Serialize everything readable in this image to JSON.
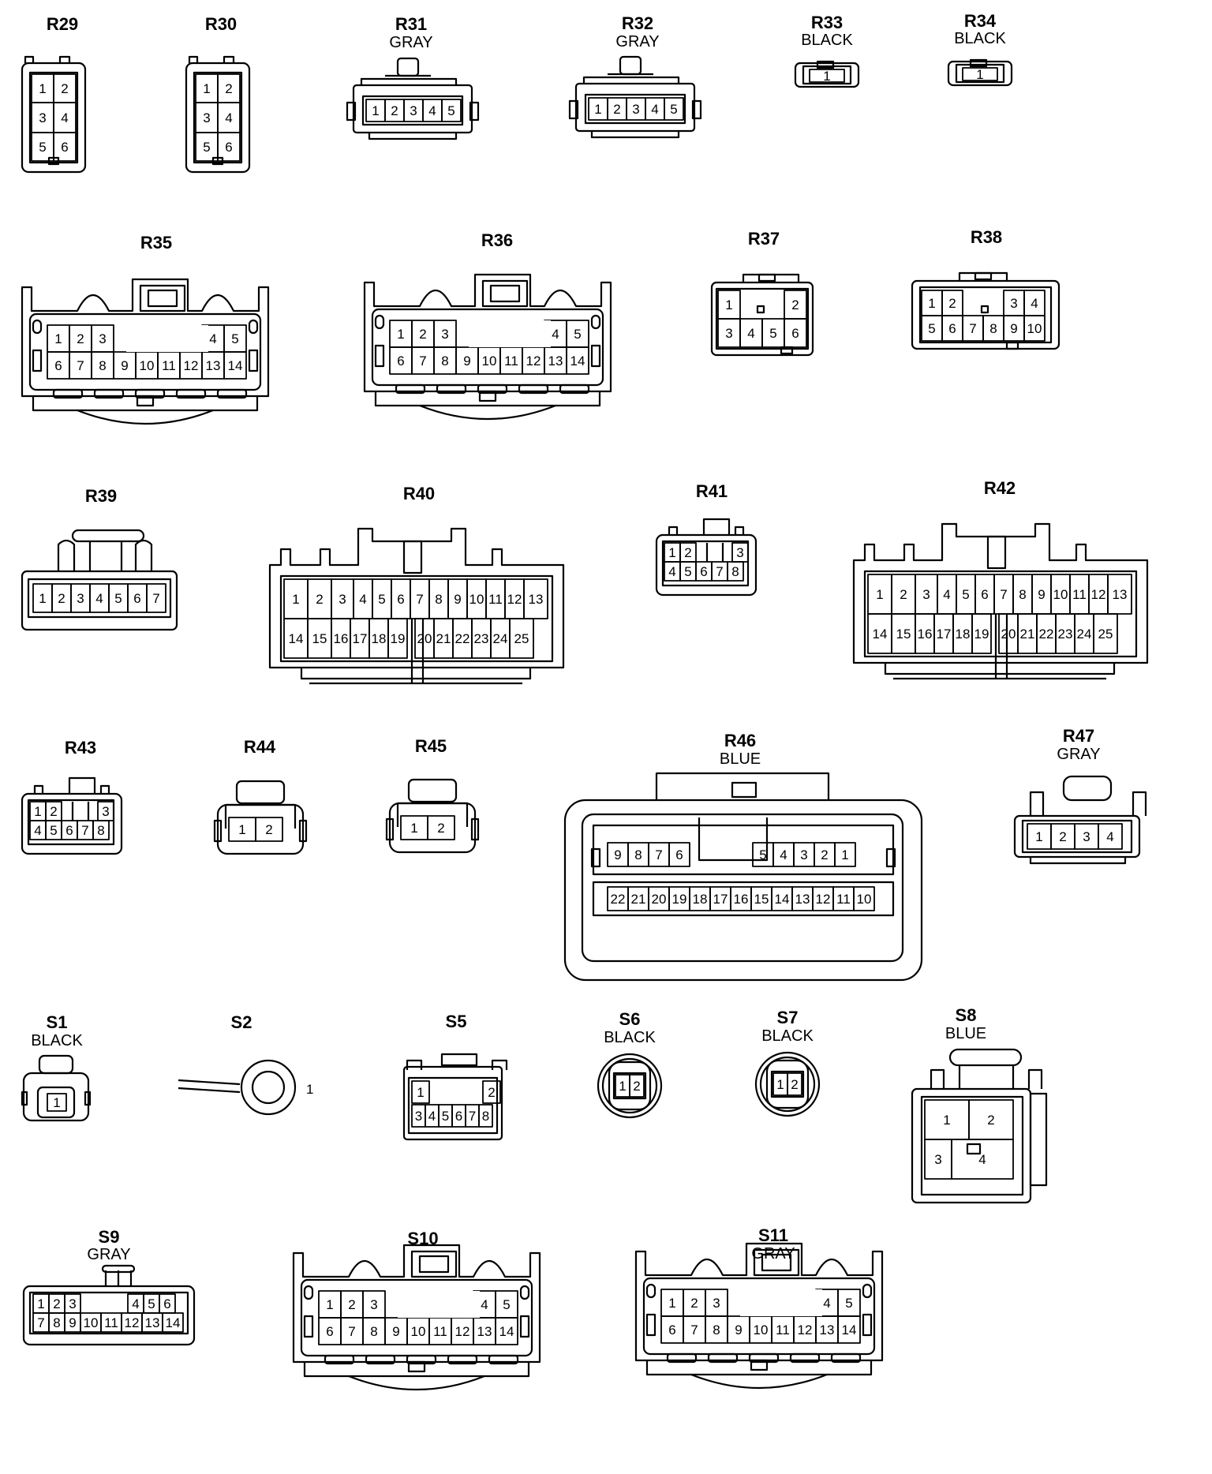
{
  "connectors": [
    {
      "id": "R29",
      "color": "",
      "rows": [
        [
          "1",
          "2"
        ],
        [
          "3",
          "4"
        ],
        [
          "5",
          "6"
        ]
      ]
    },
    {
      "id": "R30",
      "color": "",
      "rows": [
        [
          "1",
          "2"
        ],
        [
          "3",
          "4"
        ],
        [
          "5",
          "6"
        ]
      ]
    },
    {
      "id": "R31",
      "color": "GRAY",
      "rows": [
        [
          "1",
          "2",
          "3",
          "4",
          "5"
        ]
      ]
    },
    {
      "id": "R32",
      "color": "GRAY",
      "rows": [
        [
          "1",
          "2",
          "3",
          "4",
          "5"
        ]
      ]
    },
    {
      "id": "R33",
      "color": "BLACK",
      "rows": [
        [
          "1"
        ]
      ]
    },
    {
      "id": "R34",
      "color": "BLACK",
      "rows": [
        [
          "1"
        ]
      ]
    },
    {
      "id": "R35",
      "color": "",
      "rows": [
        [
          "1",
          "2",
          "3",
          "",
          "",
          "",
          "",
          "4",
          "5"
        ],
        [
          "6",
          "7",
          "8",
          "9",
          "10",
          "11",
          "12",
          "13",
          "14"
        ]
      ]
    },
    {
      "id": "R36",
      "color": "",
      "rows": [
        [
          "1",
          "2",
          "3",
          "",
          "",
          "",
          "",
          "4",
          "5"
        ],
        [
          "6",
          "7",
          "8",
          "9",
          "10",
          "11",
          "12",
          "13",
          "14"
        ]
      ]
    },
    {
      "id": "R37",
      "color": "",
      "rows": [
        [
          "1",
          "",
          "",
          "2"
        ],
        [
          "3",
          "4",
          "5",
          "6"
        ]
      ]
    },
    {
      "id": "R38",
      "color": "",
      "rows": [
        [
          "1",
          "2",
          "",
          "",
          "3",
          "4"
        ],
        [
          "5",
          "6",
          "7",
          "8",
          "9",
          "10"
        ]
      ]
    },
    {
      "id": "R39",
      "color": "",
      "rows": [
        [
          "1",
          "2",
          "3",
          "4",
          "5",
          "6",
          "7"
        ]
      ]
    },
    {
      "id": "R40",
      "color": "",
      "rows": [
        [
          "1",
          "2",
          "3",
          "4",
          "5",
          "6",
          "7",
          "8",
          "9",
          "10",
          "11",
          "12",
          "13"
        ],
        [
          "14",
          "15",
          "16",
          "17",
          "18",
          "19",
          "",
          "20",
          "21",
          "22",
          "23",
          "24",
          "25"
        ]
      ]
    },
    {
      "id": "R41",
      "color": "",
      "rows": [
        [
          "1",
          "2",
          "",
          "3"
        ],
        [
          "4",
          "5",
          "6",
          "7",
          "8"
        ]
      ]
    },
    {
      "id": "R42",
      "color": "",
      "rows": [
        [
          "1",
          "2",
          "3",
          "4",
          "5",
          "6",
          "7",
          "8",
          "9",
          "10",
          "11",
          "12",
          "13"
        ],
        [
          "14",
          "15",
          "16",
          "17",
          "18",
          "19",
          "",
          "20",
          "21",
          "22",
          "23",
          "24",
          "25"
        ]
      ]
    },
    {
      "id": "R43",
      "color": "",
      "rows": [
        [
          "1",
          "2",
          "",
          "3"
        ],
        [
          "4",
          "5",
          "6",
          "7",
          "8"
        ]
      ]
    },
    {
      "id": "R44",
      "color": "",
      "rows": [
        [
          "1",
          "2"
        ]
      ]
    },
    {
      "id": "R45",
      "color": "",
      "rows": [
        [
          "1",
          "2"
        ]
      ]
    },
    {
      "id": "R46",
      "color": "BLUE",
      "rows": [
        [
          "9",
          "8",
          "7",
          "6",
          "",
          "5",
          "4",
          "3",
          "2",
          "1"
        ],
        [
          "22",
          "21",
          "20",
          "19",
          "18",
          "17",
          "16",
          "15",
          "14",
          "13",
          "12",
          "11",
          "10"
        ]
      ]
    },
    {
      "id": "R47",
      "color": "GRAY",
      "rows": [
        [
          "1",
          "2",
          "3",
          "4"
        ]
      ]
    },
    {
      "id": "S1",
      "color": "BLACK",
      "rows": [
        [
          "1"
        ]
      ]
    },
    {
      "id": "S2",
      "color": "",
      "rows": [
        [
          "1"
        ]
      ]
    },
    {
      "id": "S5",
      "color": "",
      "rows": [
        [
          "1",
          "",
          "2"
        ],
        [
          "3",
          "4",
          "5",
          "6",
          "7",
          "8"
        ]
      ]
    },
    {
      "id": "S6",
      "color": "BLACK",
      "rows": [
        [
          "1",
          "2"
        ]
      ]
    },
    {
      "id": "S7",
      "color": "BLACK",
      "rows": [
        [
          "1",
          "2"
        ]
      ]
    },
    {
      "id": "S8",
      "color": "BLUE",
      "rows": [
        [
          "1",
          "2"
        ],
        [
          "3",
          "4"
        ]
      ]
    },
    {
      "id": "S9",
      "color": "GRAY",
      "rows": [
        [
          "1",
          "2",
          "3",
          "",
          "4",
          "5",
          "6"
        ],
        [
          "7",
          "8",
          "9",
          "10",
          "11",
          "12",
          "13",
          "14"
        ]
      ]
    },
    {
      "id": "S10",
      "color": "",
      "rows": [
        [
          "1",
          "2",
          "3",
          "",
          "",
          "",
          "",
          "4",
          "5"
        ],
        [
          "6",
          "7",
          "8",
          "9",
          "10",
          "11",
          "12",
          "13",
          "14"
        ]
      ]
    },
    {
      "id": "S11",
      "color": "GRAY",
      "rows": [
        [
          "1",
          "2",
          "3",
          "",
          "",
          "",
          "",
          "4",
          "5"
        ],
        [
          "6",
          "7",
          "8",
          "9",
          "10",
          "11",
          "12",
          "13",
          "14"
        ]
      ]
    }
  ]
}
